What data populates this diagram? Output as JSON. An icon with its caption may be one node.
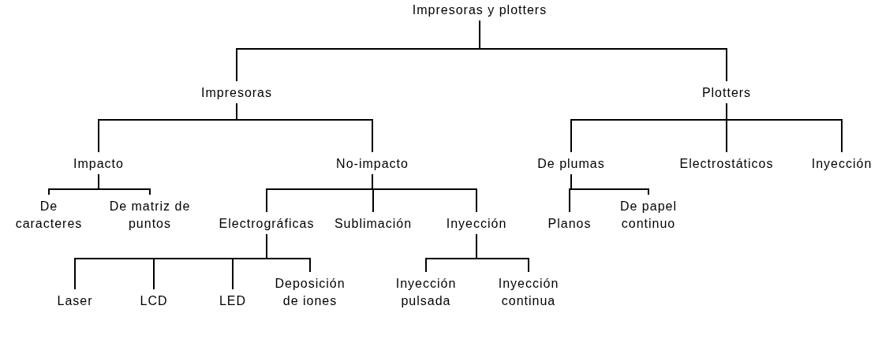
{
  "diagram": {
    "nodes": [
      {
        "text": [
          "Impresoras y plotters"
        ]
      },
      {
        "text": [
          "Impresoras"
        ]
      },
      {
        "text": [
          "Plotters"
        ]
      },
      {
        "text": [
          "Impacto"
        ]
      },
      {
        "text": [
          "No-impacto"
        ]
      },
      {
        "text": [
          "De plumas"
        ]
      },
      {
        "text": [
          "Electrostáticos"
        ]
      },
      {
        "text": [
          "Inyección"
        ]
      },
      {
        "text": [
          "De caracteres"
        ]
      },
      {
        "text": [
          "De matriz de puntos"
        ]
      },
      {
        "text": [
          "Electrográficas"
        ]
      },
      {
        "text": [
          "Sublimación"
        ]
      },
      {
        "text": [
          "Inyección"
        ]
      },
      {
        "text": [
          "Planos"
        ]
      },
      {
        "text": [
          "De papel continuo"
        ]
      },
      {
        "text": [
          "Laser"
        ]
      },
      {
        "text": [
          "LCD"
        ]
      },
      {
        "text": [
          "LED"
        ]
      },
      {
        "text": [
          "Deposición de iones"
        ]
      },
      {
        "text": [
          "Inyección pulsada"
        ]
      },
      {
        "text": [
          "Inyección continua"
        ]
      }
    ],
    "edges": [
      {
        "from": 0,
        "to": 1,
        "arrow": "none"
      },
      {
        "from": 0,
        "to": 2,
        "arrow": "none"
      },
      {
        "from": 1,
        "to": 3,
        "arrow": "none"
      },
      {
        "from": 1,
        "to": 4,
        "arrow": "none"
      },
      {
        "from": 2,
        "to": 5,
        "arrow": "none"
      },
      {
        "from": 2,
        "to": 6,
        "arrow": "none"
      },
      {
        "from": 2,
        "to": 7,
        "arrow": "none"
      },
      {
        "from": 3,
        "to": 8,
        "arrow": "none"
      },
      {
        "from": 3,
        "to": 9,
        "arrow": "none"
      },
      {
        "from": 4,
        "to": 10,
        "arrow": "none"
      },
      {
        "from": 4,
        "to": 11,
        "arrow": "none"
      },
      {
        "from": 4,
        "to": 12,
        "arrow": "none"
      },
      {
        "from": 5,
        "to": 13,
        "arrow": "none"
      },
      {
        "from": 5,
        "to": 14,
        "arrow": "none"
      },
      {
        "from": 10,
        "to": 15,
        "arrow": "none"
      },
      {
        "from": 10,
        "to": 16,
        "arrow": "none"
      },
      {
        "from": 10,
        "to": 17,
        "arrow": "none"
      },
      {
        "from": 10,
        "to": 18,
        "arrow": "none"
      },
      {
        "from": 12,
        "to": 19,
        "arrow": "none"
      },
      {
        "from": 12,
        "to": 20,
        "arrow": "none"
      }
    ]
  }
}
